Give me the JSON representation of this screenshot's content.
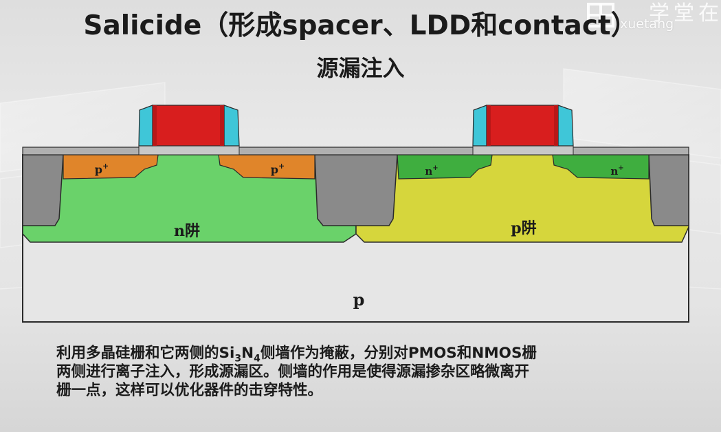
{
  "title": "Salicide（形成spacer、LDD和contact）",
  "subtitle": "源漏注入",
  "logo": {
    "cn": "学堂在",
    "en": "xuetang"
  },
  "diagram": {
    "left_region_label": "n阱",
    "right_region_label": "p阱",
    "substrate_label": "p",
    "left_doping_label": "p",
    "right_doping_label": "n",
    "doping_superscript": "+"
  },
  "caption": {
    "line1_a": "利用多晶硅栅和它两侧的Si",
    "line1_sub1": "3",
    "line1_b": "N",
    "line1_sub2": "4",
    "line1_c": "侧墙作为掩蔽，分别对PMOS和NMOS栅",
    "line2": "两侧进行离子注入，形成源漏区。侧墙的作用是使得源漏掺杂区略微离开",
    "line3": "栅一点，这样可以优化器件的击穿特性。"
  },
  "colors": {
    "nwell": "#6ad26a",
    "pwell": "#d6d63c",
    "p_plus": "#e0852a",
    "n_plus": "#3fae3f",
    "gate": "#d81e1e",
    "spacer": "#3fc6d8",
    "isolation": "#8a8a8a",
    "substrate": "#e6e6e6",
    "oxide": "#b0b0b0"
  }
}
